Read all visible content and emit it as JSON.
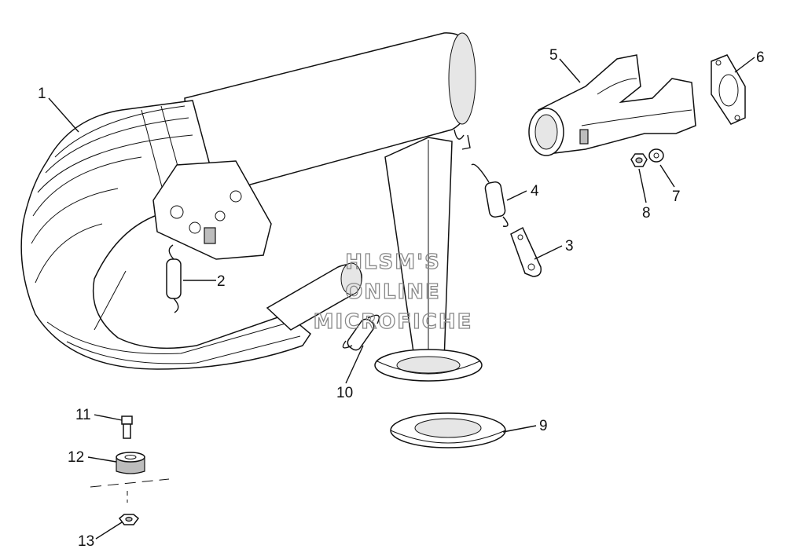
{
  "callouts": [
    {
      "id": "1",
      "label": "1"
    },
    {
      "id": "2",
      "label": "2"
    },
    {
      "id": "3",
      "label": "3"
    },
    {
      "id": "4",
      "label": "4"
    },
    {
      "id": "5",
      "label": "5"
    },
    {
      "id": "6",
      "label": "6"
    },
    {
      "id": "7",
      "label": "7"
    },
    {
      "id": "8",
      "label": "8"
    },
    {
      "id": "9",
      "label": "9"
    },
    {
      "id": "10",
      "label": "10"
    },
    {
      "id": "11",
      "label": "11"
    },
    {
      "id": "12",
      "label": "12"
    },
    {
      "id": "13",
      "label": "13"
    }
  ],
  "watermark": {
    "line1": "HLSM'S",
    "line2": "ONLINE",
    "line3": "MICROFICHE"
  }
}
